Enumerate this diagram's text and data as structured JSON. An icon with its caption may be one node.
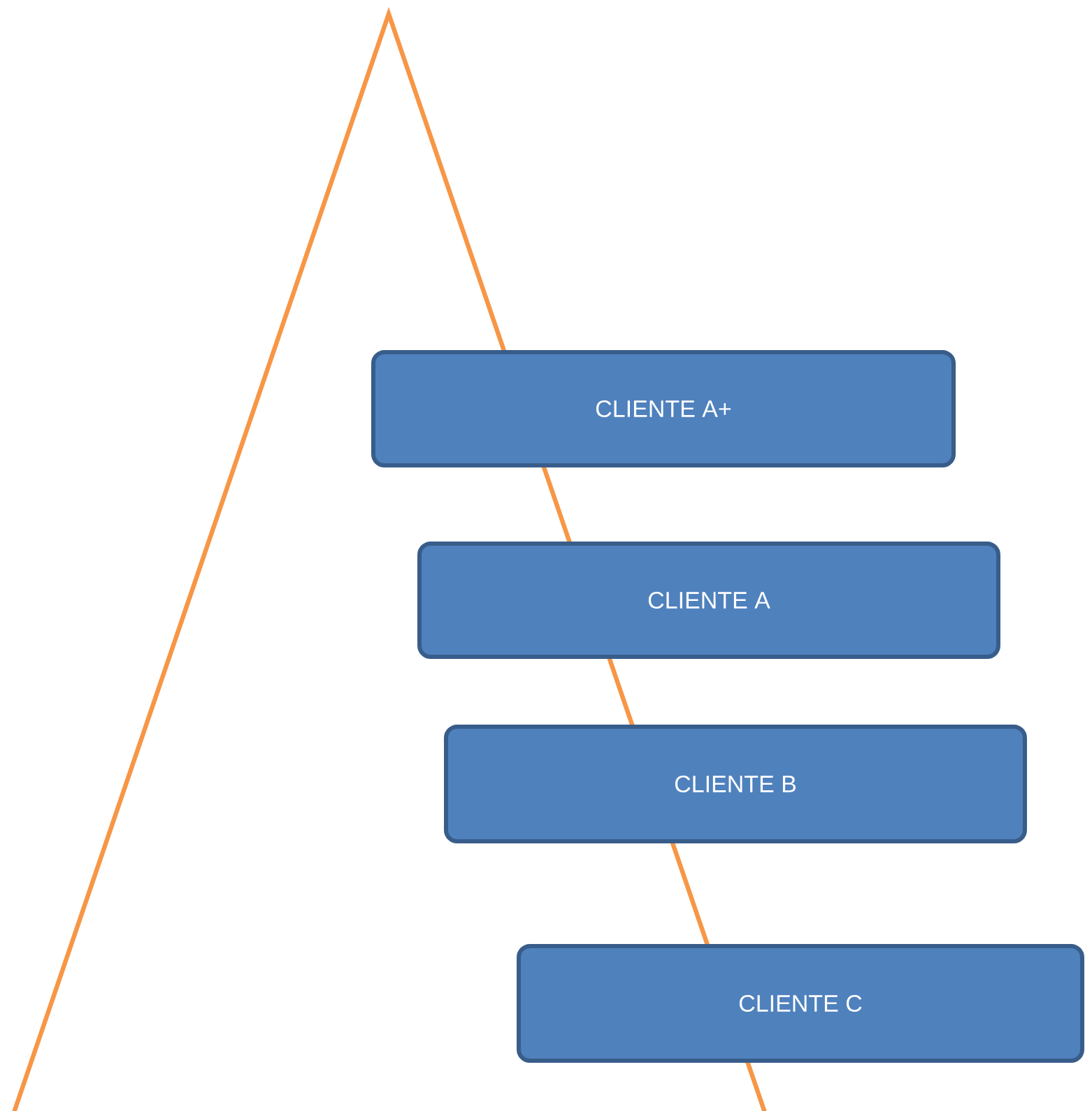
{
  "diagram": {
    "nodes": [
      {
        "text": [
          "CLIENTE A+"
        ]
      },
      {
        "text": [
          "CLIENTE A"
        ]
      },
      {
        "text": [
          "CLIENTE B"
        ]
      },
      {
        "text": [
          "CLIENTE C"
        ]
      }
    ]
  }
}
